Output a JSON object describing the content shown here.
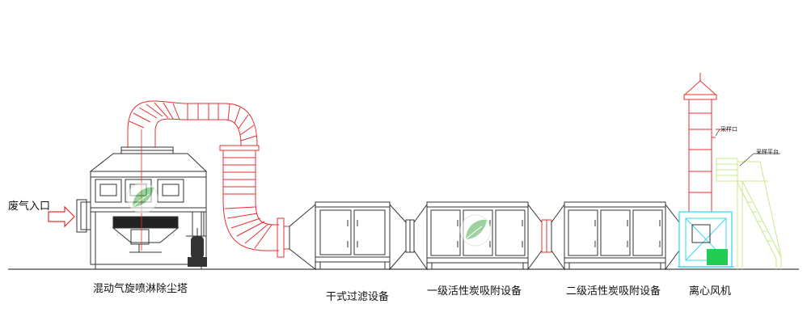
{
  "labels": {
    "inlet": "废气入口",
    "spray_tower": "混动气旋喷淋除尘塔",
    "dry_filter": "干式过滤设备",
    "carbon_1": "一级活性炭吸附设备",
    "carbon_2": "二级活性炭吸附设备",
    "fan": "离心风机",
    "sampling_port": "采样口",
    "sampling_platform": "采样平台"
  },
  "colors": {
    "duct": "#e53030",
    "equipment": "#333333",
    "fan_frame": "#38d8f0",
    "platform": "#d8f0a0",
    "motor": "#22cc55",
    "inlet_arrow": "#e53030",
    "ground": "#444444"
  }
}
